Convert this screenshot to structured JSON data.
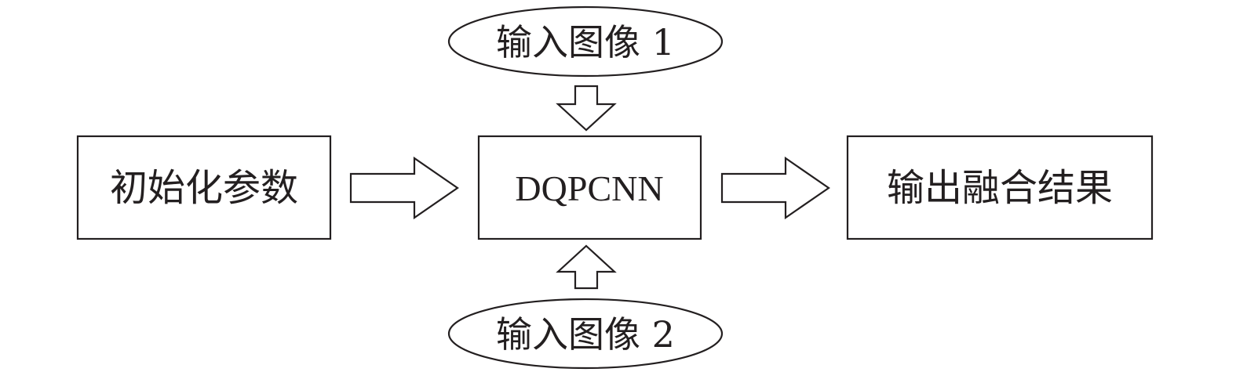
{
  "nodes": {
    "init_params": "初始化参数",
    "dqpcnn": "DQPCNN",
    "output": "输出融合结果",
    "input1": "输入图像 1",
    "input2": "输入图像 2"
  }
}
